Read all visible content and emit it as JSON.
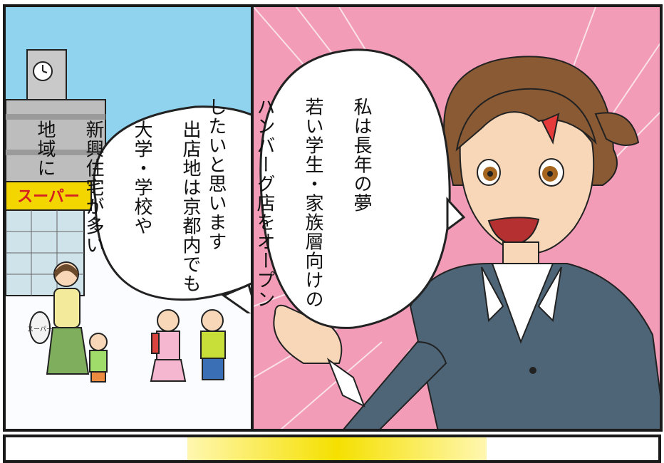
{
  "balloon_right": {
    "lines": [
      "私は長年の夢",
      "若い学生・家族層向けの",
      "ハンバーグ店をオープン",
      "したいと思います"
    ]
  },
  "balloon_left": {
    "lines": [
      "出店地は京都内でも",
      "大学・学校や",
      "新興住宅が多い",
      "地域に"
    ]
  },
  "store_sign": "スーパー",
  "bag_label": "スーパー",
  "colors": {
    "speedline_bg": "#f29cb8",
    "sky": "#8fd3ef",
    "suit": "#4d6577",
    "hair": "#8a5a34",
    "sign_bg": "#f3d600",
    "bottom_gradient": "#f5e000"
  }
}
